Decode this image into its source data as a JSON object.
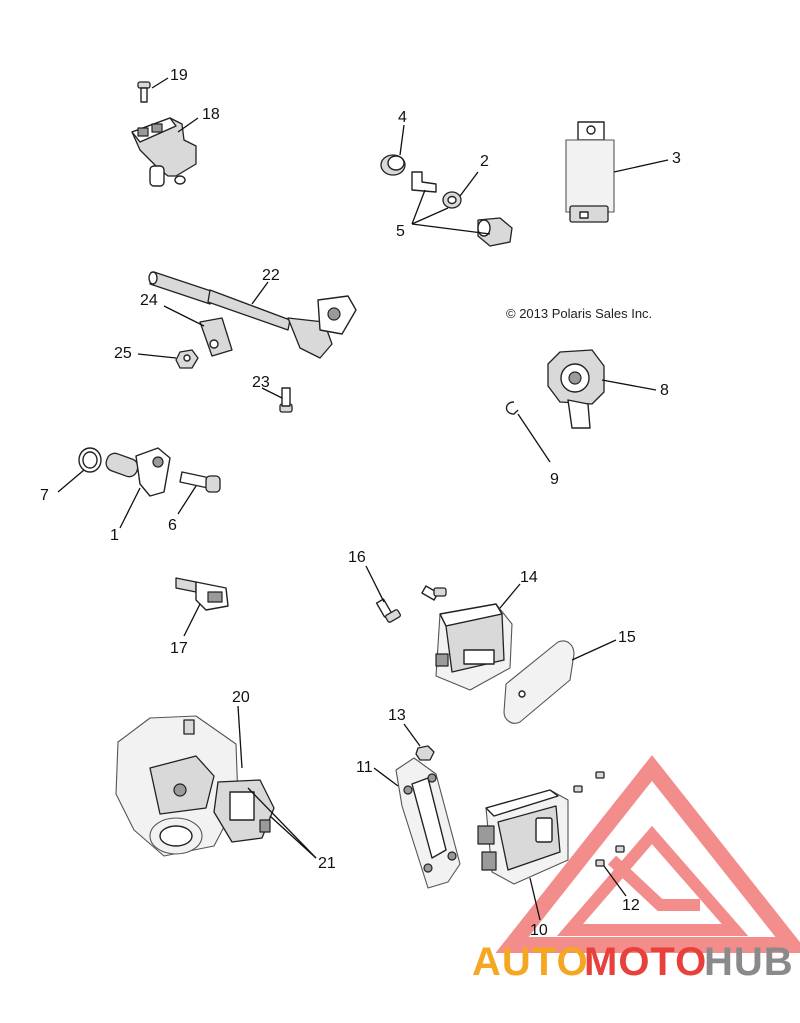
{
  "copyright": "© 2013 Polaris Sales Inc.",
  "callouts": {
    "c1": "1",
    "c2": "2",
    "c3": "3",
    "c4": "4",
    "c5": "5",
    "c6": "6",
    "c7": "7",
    "c8": "8",
    "c9": "9",
    "c10": "10",
    "c11": "11",
    "c12": "12",
    "c13": "13",
    "c14": "14",
    "c15": "15",
    "c16": "16",
    "c17": "17",
    "c18": "18",
    "c19": "19",
    "c20": "20",
    "c21": "21",
    "c22": "22",
    "c23": "23",
    "c24": "24",
    "c25": "25"
  },
  "watermark": {
    "part1": "AUTO",
    "part2": "MOTO",
    "part3": "HUB",
    "colors": {
      "orange": "#f5a623",
      "red": "#e8413c",
      "gray": "#8a8a8a",
      "triangle": "#f07a78"
    }
  },
  "icons": {
    "logo": "automotohub-triangle-logo"
  }
}
